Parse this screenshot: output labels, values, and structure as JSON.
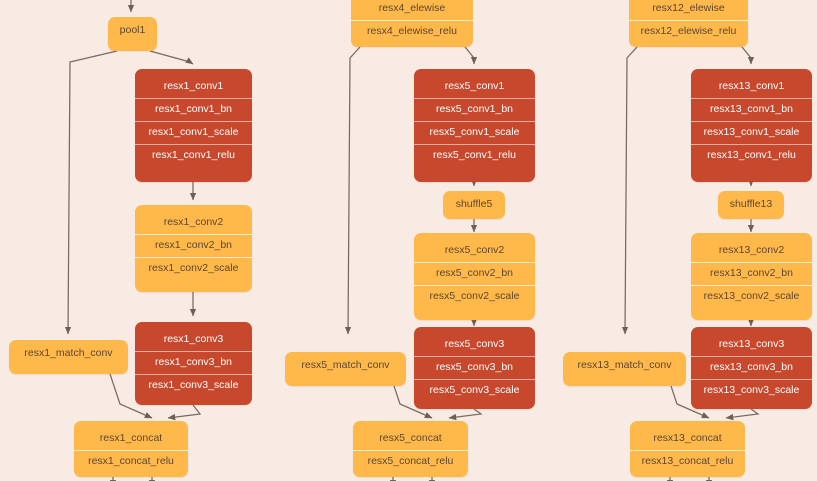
{
  "diagram": {
    "type": "neural-network-graph",
    "background_color": "#f8ebe3",
    "node_colors": {
      "orange": "#ffb84a",
      "red": "#c8482d",
      "edge": "#7a6a5e"
    },
    "columns": [
      {
        "id": "col1",
        "nodes": [
          {
            "id": "pool1",
            "style": "orange",
            "rows": [
              "pool1"
            ]
          },
          {
            "id": "resx1_conv1",
            "style": "red",
            "rows": [
              "resx1_conv1",
              "resx1_conv1_bn",
              "resx1_conv1_scale",
              "resx1_conv1_relu"
            ]
          },
          {
            "id": "resx1_conv2",
            "style": "orange",
            "rows": [
              "resx1_conv2",
              "resx1_conv2_bn",
              "resx1_conv2_scale"
            ]
          },
          {
            "id": "resx1_conv3",
            "style": "red",
            "rows": [
              "resx1_conv3",
              "resx1_conv3_bn",
              "resx1_conv3_scale"
            ]
          },
          {
            "id": "resx1_match_conv",
            "style": "orange",
            "rows": [
              "resx1_match_conv"
            ]
          },
          {
            "id": "resx1_concat",
            "style": "orange",
            "rows": [
              "resx1_concat",
              "resx1_concat_relu"
            ]
          }
        ]
      },
      {
        "id": "col2",
        "nodes": [
          {
            "id": "resx4_elewise",
            "style": "orange",
            "rows": [
              "resx4_elewise",
              "resx4_elewise_relu"
            ]
          },
          {
            "id": "resx5_conv1",
            "style": "red",
            "rows": [
              "resx5_conv1",
              "resx5_conv1_bn",
              "resx5_conv1_scale",
              "resx5_conv1_relu"
            ]
          },
          {
            "id": "shuffle5",
            "style": "orange",
            "rows": [
              "shuffle5"
            ]
          },
          {
            "id": "resx5_conv2",
            "style": "orange",
            "rows": [
              "resx5_conv2",
              "resx5_conv2_bn",
              "resx5_conv2_scale"
            ]
          },
          {
            "id": "resx5_conv3",
            "style": "red",
            "rows": [
              "resx5_conv3",
              "resx5_conv3_bn",
              "resx5_conv3_scale"
            ]
          },
          {
            "id": "resx5_match_conv",
            "style": "orange",
            "rows": [
              "resx5_match_conv"
            ]
          },
          {
            "id": "resx5_concat",
            "style": "orange",
            "rows": [
              "resx5_concat",
              "resx5_concat_relu"
            ]
          }
        ]
      },
      {
        "id": "col3",
        "nodes": [
          {
            "id": "resx12_elewise",
            "style": "orange",
            "rows": [
              "resx12_elewise",
              "resx12_elewise_relu"
            ]
          },
          {
            "id": "resx13_conv1",
            "style": "red",
            "rows": [
              "resx13_conv1",
              "resx13_conv1_bn",
              "resx13_conv1_scale",
              "resx13_conv1_relu"
            ]
          },
          {
            "id": "shuffle13",
            "style": "orange",
            "rows": [
              "shuffle13"
            ]
          },
          {
            "id": "resx13_conv2",
            "style": "orange",
            "rows": [
              "resx13_conv2",
              "resx13_conv2_bn",
              "resx13_conv2_scale"
            ]
          },
          {
            "id": "resx13_conv3",
            "style": "red",
            "rows": [
              "resx13_conv3",
              "resx13_conv3_bn",
              "resx13_conv3_scale"
            ]
          },
          {
            "id": "resx13_match_conv",
            "style": "orange",
            "rows": [
              "resx13_match_conv"
            ]
          },
          {
            "id": "resx13_concat",
            "style": "orange",
            "rows": [
              "resx13_concat",
              "resx13_concat_relu"
            ]
          }
        ]
      }
    ]
  }
}
